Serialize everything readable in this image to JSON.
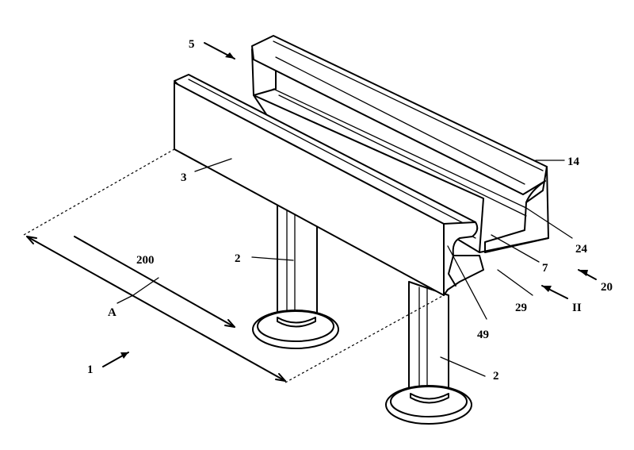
{
  "figure": {
    "labels": {
      "assembly": "1",
      "post_front": "2",
      "post_rear": "2",
      "rail": "3",
      "channel": "5",
      "inner_web": "7",
      "top_flange": "14",
      "assembly_side": "20",
      "lip": "24",
      "bottom_wall": "29",
      "hook": "49",
      "length_dim": "200",
      "direction": "A",
      "view_marker": "II"
    }
  }
}
